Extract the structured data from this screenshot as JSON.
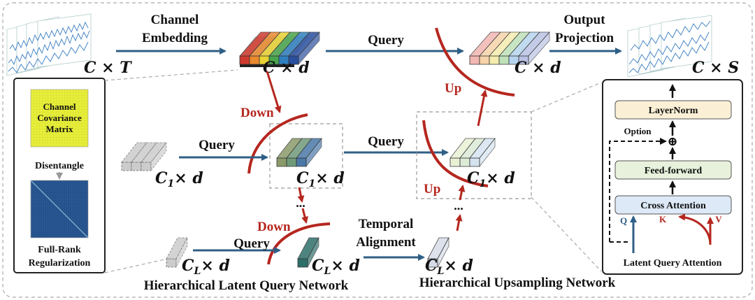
{
  "labels": {
    "channel_embedding_1": "Channel",
    "channel_embedding_2": "Embedding",
    "output_projection_1": "Output",
    "output_projection_2": "Projection",
    "query": "Query",
    "up": "Up",
    "down": "Down",
    "temporal_alignment_1": "Temporal",
    "temporal_alignment_2": "Alignment",
    "latent_network": "Hierarchical Latent Query Network",
    "upsampling_network": "Hierarchical Upsampling Network",
    "ellipsis": "..."
  },
  "dims": {
    "input": {
      "a": "C",
      "op": " × ",
      "b": "T"
    },
    "embed": {
      "a": "C",
      "op": " × ",
      "b": "d"
    },
    "output": {
      "a": "C",
      "op": " × ",
      "b": "S"
    },
    "level1": {
      "a": "C",
      "sub": "1",
      "op": "× ",
      "b": "d"
    },
    "levelL": {
      "a": "C",
      "sub": "L",
      "op": "× ",
      "b": "d"
    }
  },
  "left_panel": {
    "matrix_label_1": "Channel",
    "matrix_label_2": "Covariance",
    "matrix_label_3": "Matrix",
    "disentangle": "Disentangle",
    "fullrank_1": "Full-Rank",
    "fullrank_2": "Regularization"
  },
  "right_panel": {
    "layernorm": "LayerNorm",
    "option": "Option",
    "plus": "⊕",
    "feedforward": "Feed-forward",
    "cross_attention": "Cross Attention",
    "q": "Q",
    "k": "K",
    "v": "V",
    "title": "Latent Query Attention"
  },
  "colors": {
    "blue_arrow": "#2f5f86",
    "red_arrow": "#b5271f",
    "matrix_yellow": "#e8ef3a",
    "matrix_blue": "#1f4f8a",
    "box_fill": "#fbf0d6",
    "ff_fill": "#e7f1dc",
    "ca_fill": "#dde9f6"
  }
}
